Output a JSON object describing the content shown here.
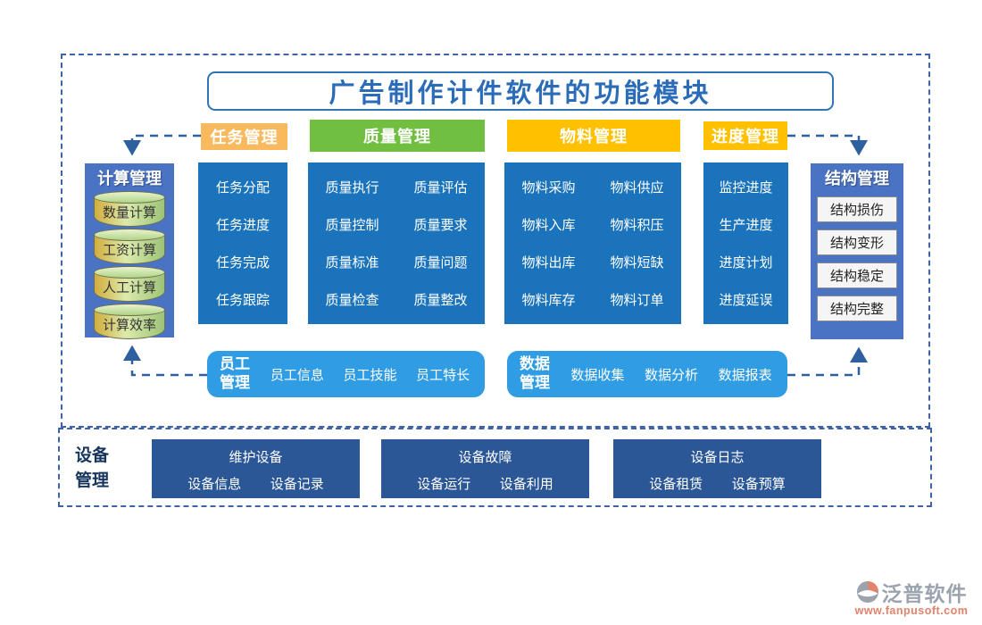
{
  "title": "广告制作计件软件的功能模块",
  "left_panel": {
    "title": "计算管理",
    "items": [
      "数量计算",
      "工资计算",
      "人工计算",
      "计算效率"
    ]
  },
  "right_panel": {
    "title": "结构管理",
    "items": [
      "结构损伤",
      "结构变形",
      "结构稳定",
      "结构完整"
    ]
  },
  "task": {
    "header": "任务管理",
    "items": [
      "任务分配",
      "任务进度",
      "任务完成",
      "任务跟踪"
    ]
  },
  "quality": {
    "header": "质量管理",
    "rows": [
      [
        "质量执行",
        "质量评估"
      ],
      [
        "质量控制",
        "质量要求"
      ],
      [
        "质量标准",
        "质量问题"
      ],
      [
        "质量检查",
        "质量整改"
      ]
    ]
  },
  "material": {
    "header": "物料管理",
    "rows": [
      [
        "物料采购",
        "物料供应"
      ],
      [
        "物料入库",
        "物料积压"
      ],
      [
        "物料出库",
        "物料短缺"
      ],
      [
        "物料库存",
        "物料订单"
      ]
    ]
  },
  "progress": {
    "header": "进度管理",
    "items": [
      "监控进度",
      "生产进度",
      "进度计划",
      "进度延误"
    ]
  },
  "staff": {
    "label": "员工管理",
    "items": [
      "员工信息",
      "员工技能",
      "员工特长"
    ]
  },
  "data_mgmt": {
    "label": "数据管理",
    "items": [
      "数据收集",
      "数据分析",
      "数据报表"
    ]
  },
  "equipment": {
    "label": "设备管理",
    "groups": [
      {
        "title": "维护设备",
        "items": [
          "设备信息",
          "设备记录"
        ]
      },
      {
        "title": "设备故障",
        "items": [
          "设备运行",
          "设备利用"
        ]
      },
      {
        "title": "设备日志",
        "items": [
          "设备租赁",
          "设备预算"
        ]
      }
    ]
  },
  "logo": {
    "brand": "泛普软件",
    "url": "www.fanpusoft.com"
  },
  "colors": {
    "column_blue": "#1B74BB",
    "panel_blue": "#4A73C4",
    "light_blue": "#2F9CE4",
    "dark_blue": "#2B5797",
    "orange_header": "#F9B95F",
    "green_header": "#70BF41",
    "amber_header": "#FFC000",
    "title_blue": "#2B6CB8",
    "connector_blue": "#2E5F9E",
    "frame_blue": "#3E63A8",
    "logo_gray": "#9AA3AE",
    "logo_orange": "#E2836B"
  }
}
